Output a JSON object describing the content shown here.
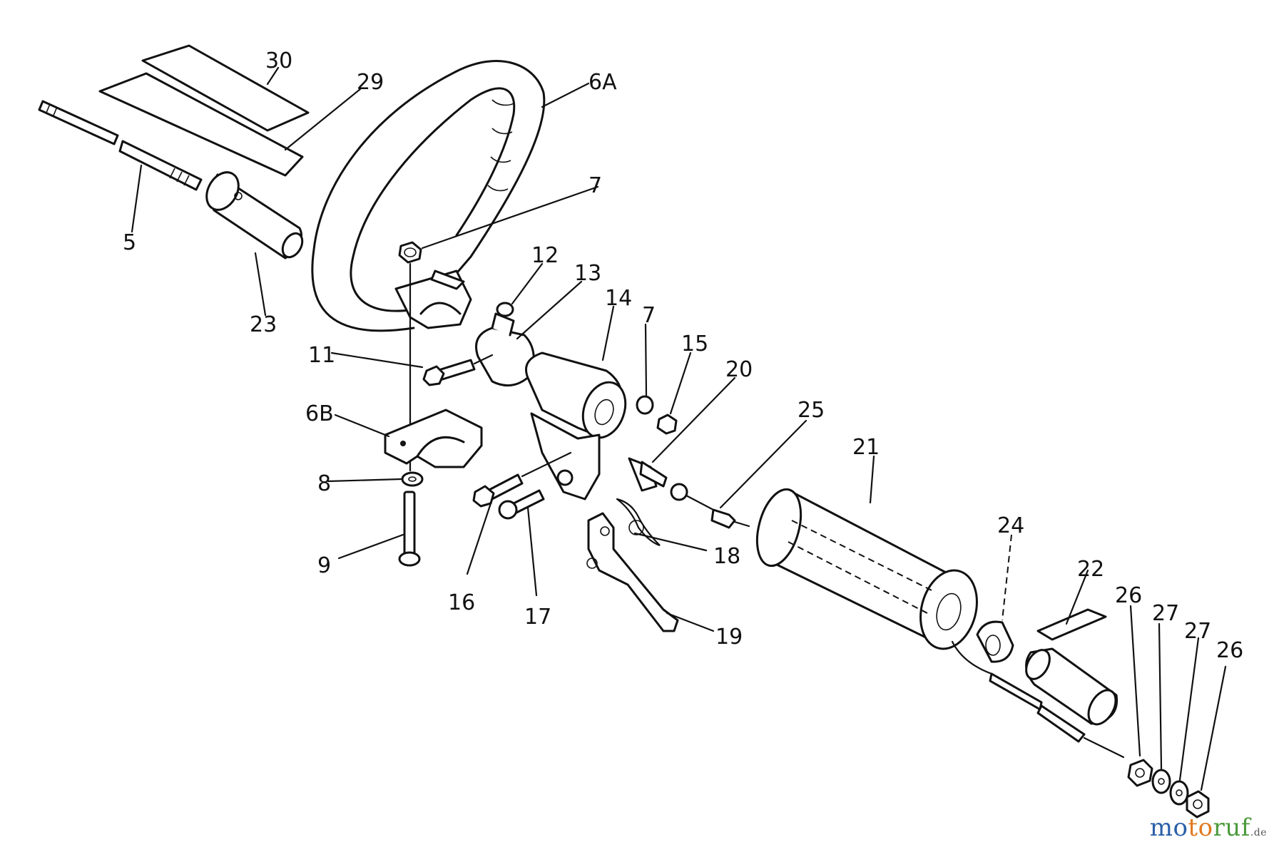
{
  "diagram": {
    "callouts": [
      "30",
      "29",
      "6A",
      "5",
      "23",
      "7",
      "12",
      "13",
      "14",
      "7",
      "15",
      "20",
      "25",
      "21",
      "11",
      "6B",
      "8",
      "9",
      "16",
      "17",
      "18",
      "19",
      "24",
      "22",
      "26",
      "27",
      "27",
      "26"
    ]
  },
  "watermark": {
    "part1": "mo",
    "part2": "to",
    "part3": "ruf",
    "tld": ".de"
  }
}
